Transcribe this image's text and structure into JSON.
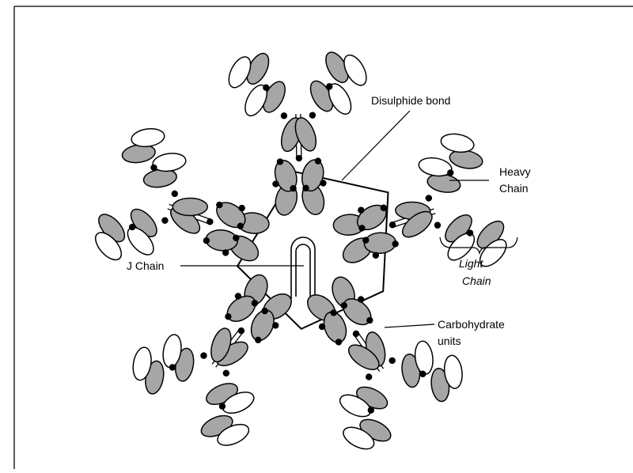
{
  "diagram": {
    "labels": {
      "disulphide": "Disulphide bond",
      "heavy_line1": "Heavy",
      "heavy_line2": "Chain",
      "light_line1": "Light",
      "light_line2": "Chain",
      "jchain": "J Chain",
      "carb_line1": "Carbohydrate",
      "carb_line2": "units"
    },
    "colors": {
      "heavy_fill": "#a6a6a6",
      "light_fill": "#ffffff",
      "stroke": "#000000",
      "dot": "#000000"
    }
  }
}
